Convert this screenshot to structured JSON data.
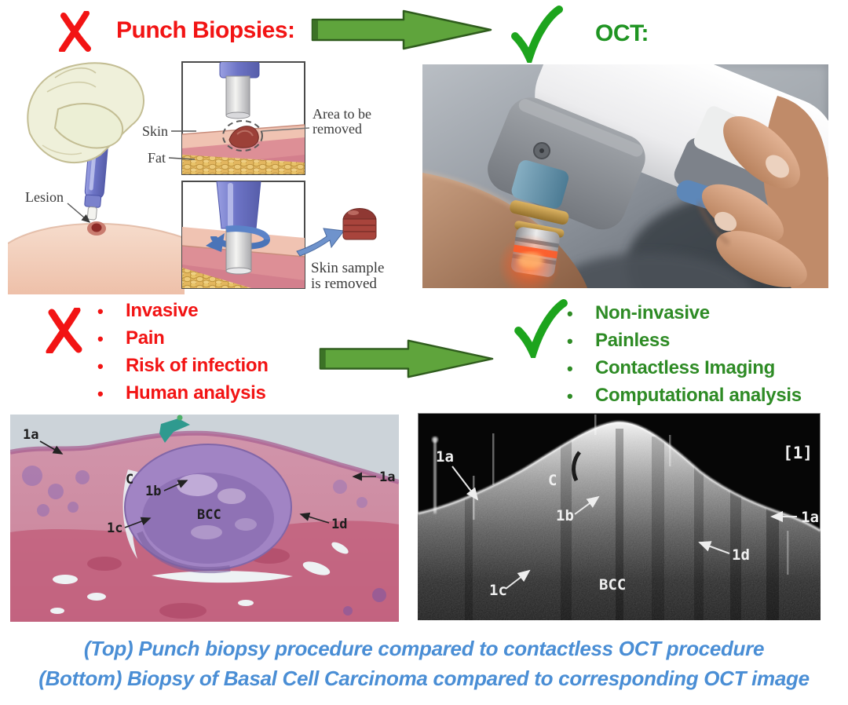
{
  "header": {
    "punch_label": "Punch Biopsies:",
    "oct_label": "OCT:"
  },
  "illustration": {
    "lesion": "Lesion",
    "skin": "Skin",
    "fat": "Fat",
    "area_line1": "Area to be",
    "area_line2": "removed",
    "sample_line1": "Skin sample",
    "sample_line2": "is removed"
  },
  "cons": {
    "items": [
      "Invasive",
      "Pain",
      "Risk of infection",
      "Human analysis"
    ]
  },
  "pros": {
    "items": [
      "Non-invasive",
      "Painless",
      "Contactless Imaging",
      "Computational analysis"
    ]
  },
  "histology_labels": {
    "left_1a": "1a",
    "c": "C",
    "b1": "1b",
    "bcc": "BCC",
    "c1": "1c",
    "d1": "1d",
    "right_1a": "1a"
  },
  "oct_labels": {
    "left_1a": "1a",
    "c": "C",
    "b1": "1b",
    "bcc": "BCC",
    "c1": "1c",
    "d1": "1d",
    "right_1a": "1a",
    "ref": "[1]"
  },
  "caption": {
    "line1": "(Top) Punch biopsy procedure compared to contactless OCT procedure",
    "line2": "(Bottom) Biopsy of Basal Cell Carcinoma compared to corresponding OCT image"
  },
  "colors": {
    "negative_red": "#F21414",
    "positive_green": "#2E8B25",
    "check_green": "#1DA41D",
    "arrow_green": "#5FA43C",
    "caption_blue": "#4A8ED5"
  }
}
